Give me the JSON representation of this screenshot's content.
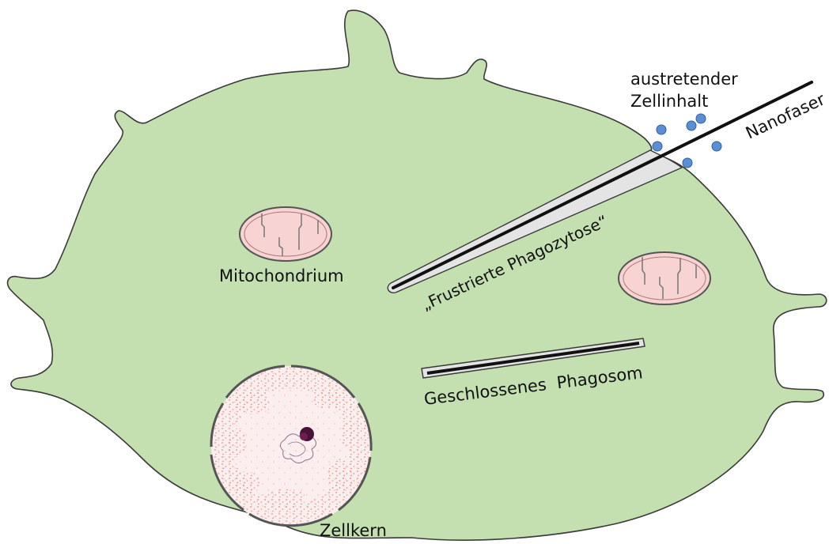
{
  "labels": {
    "outflow_line1": "austretender",
    "outflow_line2": "Zellinhalt",
    "nanofiber": "Nanofaser",
    "frustrated": "„Frustrierte Phagozytose“",
    "mitochondrium": "Mitochondrium",
    "phagosome": "Geschlossenes  Phagosom",
    "nucleus": "Zellkern"
  },
  "colors": {
    "cytoplasm": "#c4dfb0",
    "membrane": "#3a3a3a",
    "mitochondrion_fill": "#f7d3d3",
    "mitochondrion_outline": "#555555",
    "vesicle": "#5b8fd4",
    "fiber": "#111111",
    "nucleus_fill": "#fbeeee",
    "chromatin": "#f08a78",
    "nucleolus": "#4a1238"
  }
}
